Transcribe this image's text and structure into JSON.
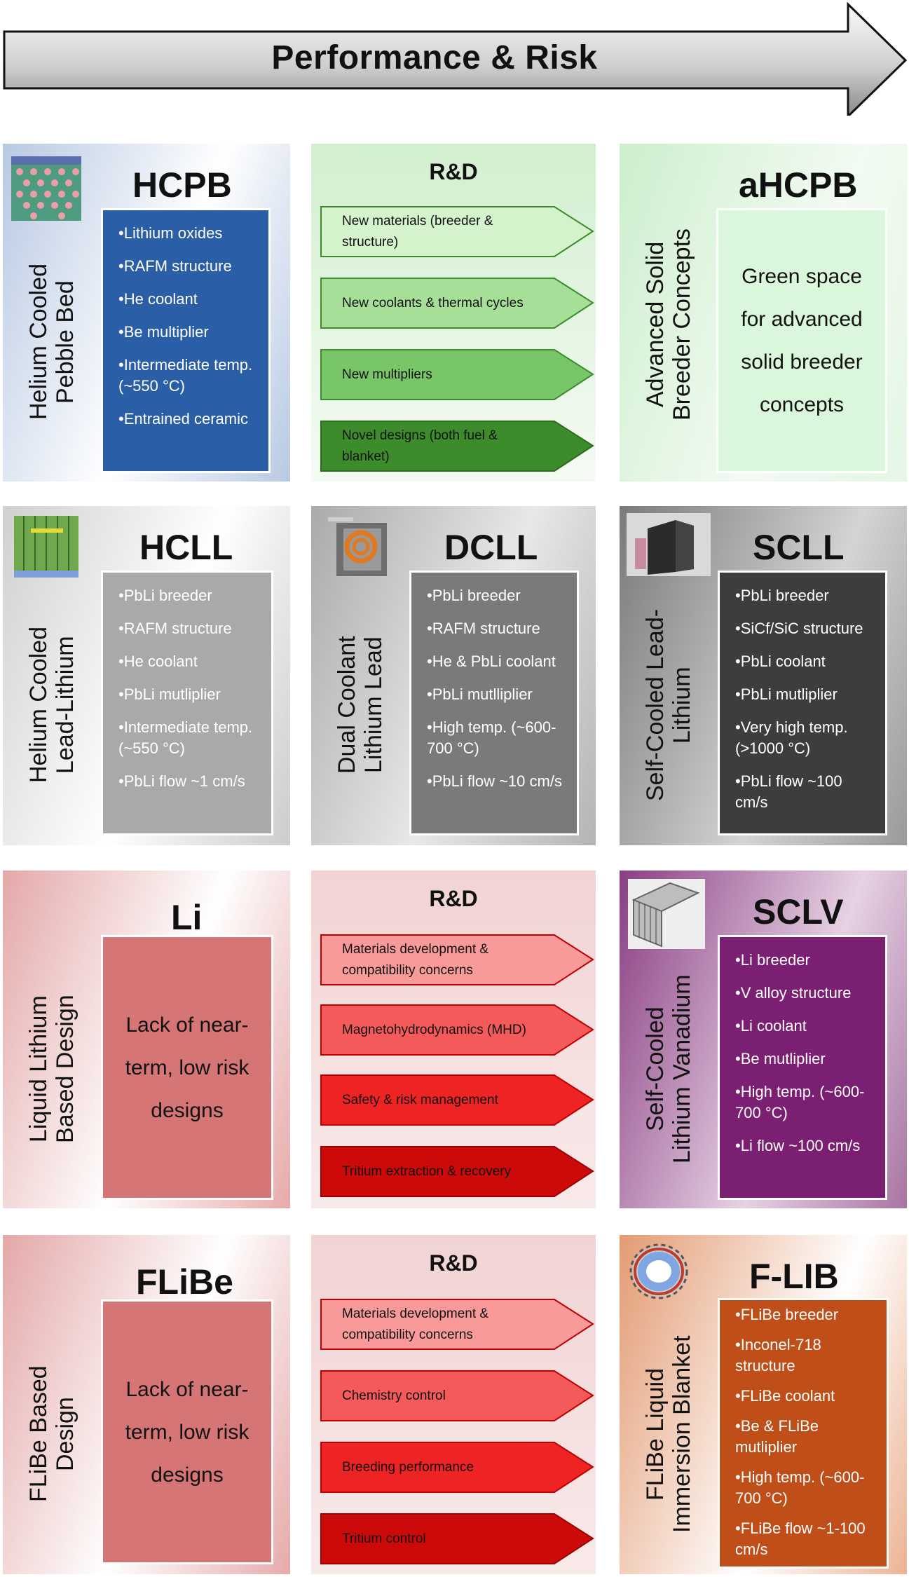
{
  "header": {
    "title": "Performance & Risk"
  },
  "rows": [
    [
      {
        "label": [
          "Helium Cooled",
          "Pebble Bed"
        ],
        "title": "HCPB",
        "items": [
          "Lithium oxides",
          "RAFM structure",
          "He coolant",
          "Be multiplier",
          "Intermediate temp. (~550 °C)",
          "Entrained ceramic"
        ],
        "colors": {
          "bg": "#b8c9e3",
          "box": "#2a5fa8"
        }
      },
      {
        "title": "R&D",
        "items": [
          "New materials (breeder & structure)",
          "New coolants & thermal cycles",
          "New multipliers",
          "Novel designs (both fuel & blanket)"
        ],
        "colors": {
          "bg": "#d9f2d5",
          "chevrons": [
            "#d4f3cd",
            "#a6df98",
            "#78c668",
            "#3d8c2c"
          ]
        }
      },
      {
        "label": [
          "Advanced Solid",
          "Breeder Concepts"
        ],
        "title": "aHCPB",
        "text": "Green space for advanced solid breeder concepts",
        "colors": {
          "bg": "#dcf3dc",
          "box": "#dbf7db"
        }
      }
    ],
    [
      {
        "label": [
          "Helium Cooled",
          "Lead-Lithium"
        ],
        "title": "HCLL",
        "items": [
          "PbLi breeder",
          "RAFM structure",
          "He coolant",
          "PbLi mutliplier",
          "Intermediate temp. (~550 °C)",
          "PbLi flow ~1 cm/s"
        ],
        "colors": {
          "bg": "#d8d8d8",
          "box": "#a9a9a9"
        }
      },
      {
        "label": [
          "Dual Coolant",
          "Lithium Lead"
        ],
        "title": "DCLL",
        "items": [
          "PbLi breeder",
          "RAFM structure",
          "He & PbLi coolant",
          "PbLi mutlliplier",
          "High temp. (~600-700 °C)",
          "PbLi flow ~10 cm/s"
        ],
        "colors": {
          "bg": "#b6b6b6",
          "box": "#7a7a7a"
        }
      },
      {
        "label": [
          "Self-Cooled Lead-",
          "Lithium"
        ],
        "title": "SCLL",
        "items": [
          "PbLi breeder",
          "SiCf/SiC structure",
          "PbLi coolant",
          "PbLi mutliplier",
          "Very high temp. (>1000 °C)",
          "PbLi flow ~100 cm/s"
        ],
        "colors": {
          "bg": "#8c8c8c",
          "box": "#3d3d3d"
        }
      }
    ],
    [
      {
        "label": [
          "Liquid Lithium",
          "Based Design"
        ],
        "title": "Li",
        "text": "Lack of near-term, low risk designs",
        "colors": {
          "bg": "#e8b4b4",
          "box": "#d67575"
        }
      },
      {
        "title": "R&D",
        "items": [
          "Materials development & compatibility concerns",
          "Magnetohydrodynamics (MHD)",
          "Safety & risk management",
          "Tritium extraction & recovery"
        ],
        "colors": {
          "bg": "#ecc4c4",
          "chevrons": [
            "#f99a9a",
            "#f55a5a",
            "#ee2424",
            "#cd0a0a"
          ]
        }
      },
      {
        "label": [
          "Self-Cooled",
          "Lithium Vanadium"
        ],
        "title": "SCLV",
        "items": [
          "Li breeder",
          "V alloy structure",
          "Li coolant",
          "Be mutliplier",
          "High temp. (~600-700 °C)",
          "Li flow ~100 cm/s"
        ],
        "colors": {
          "bg": "#9a5a92",
          "box": "#7a1f72"
        }
      }
    ],
    [
      {
        "label": [
          "FLiBe Based",
          "Design"
        ],
        "title": "FLiBe",
        "text": "Lack of near-term, low risk designs",
        "colors": {
          "bg": "#e8b4b4",
          "box": "#d67575"
        }
      },
      {
        "title": "R&D",
        "items": [
          "Materials development & compatibility concerns",
          "Chemistry control",
          "Breeding performance",
          "Tritium control"
        ],
        "colors": {
          "bg": "#ecc4c4",
          "chevrons": [
            "#f99a9a",
            "#f55a5a",
            "#ee2424",
            "#cd0a0a"
          ]
        }
      },
      {
        "label": [
          "FLiBe Liquid",
          "Immersion Blanket"
        ],
        "title": "F-LIB",
        "items": [
          "FLiBe breeder",
          "Inconel-718 structure",
          "FLiBe coolant",
          "Be & FLiBe mutliplier",
          "High temp. (~600-700 °C)",
          "FLiBe flow ~1-100 cm/s"
        ],
        "colors": {
          "bg": "#e9b79a",
          "box": "#c04e18"
        }
      }
    ]
  ]
}
